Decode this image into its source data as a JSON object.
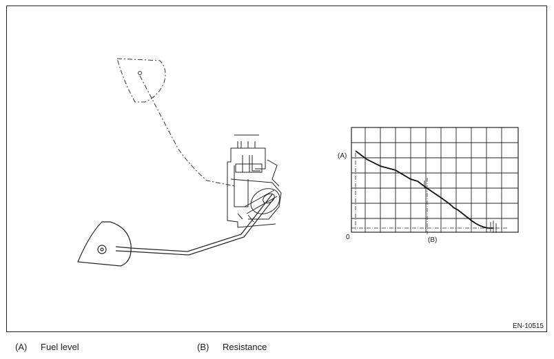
{
  "diagram": {
    "label_a": "(A)",
    "label_b": "(B)",
    "origin": "0",
    "code": "EN-10515"
  },
  "legend": [
    {
      "key": "(A)",
      "text": "Fuel level"
    },
    {
      "key": "(B)",
      "text": "Resistance"
    }
  ]
}
